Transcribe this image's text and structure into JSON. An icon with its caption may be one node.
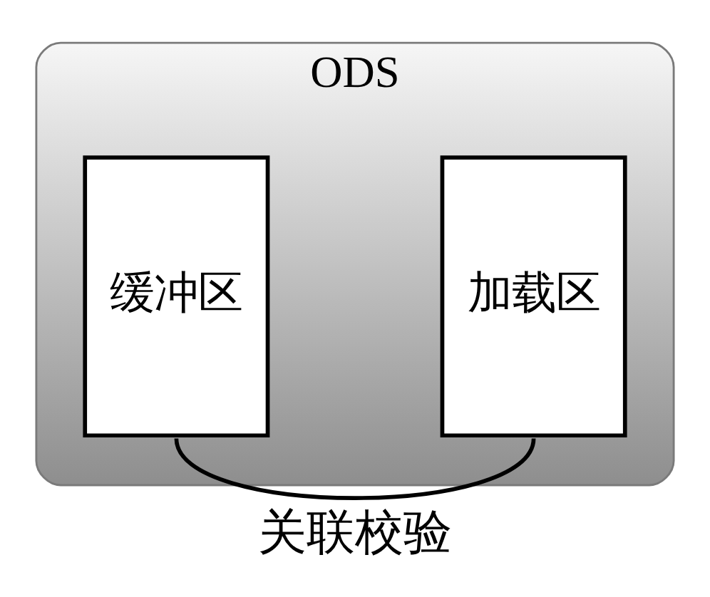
{
  "diagram": {
    "caption": "关联校验",
    "nodes": [
      {
        "text": [
          "ODS"
        ]
      },
      {
        "text": [
          "缓冲区"
        ],
        "in": 0
      },
      {
        "text": [
          "加载区"
        ],
        "in": 0
      }
    ],
    "edges": [
      {
        "from": 1,
        "to": 2,
        "arrow": "none"
      }
    ]
  }
}
